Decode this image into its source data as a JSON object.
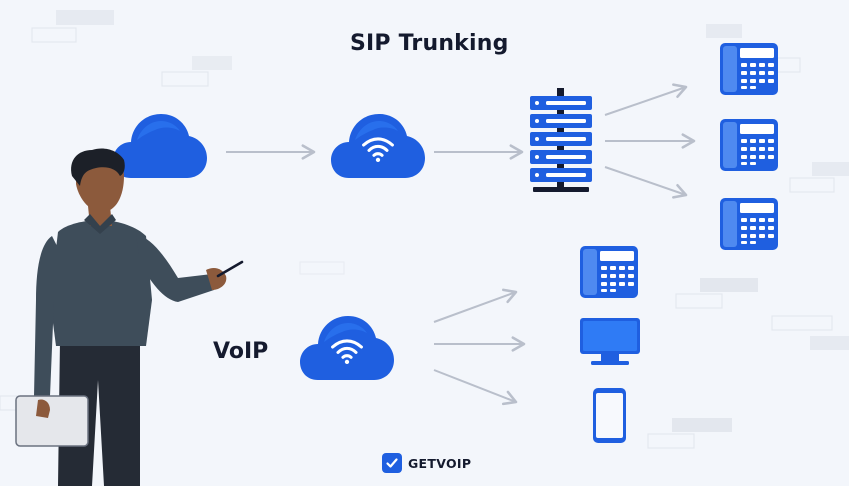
{
  "sip_trunking": {
    "title": "SIP Trunking"
  },
  "voip": {
    "title": "VoIP"
  },
  "brand": {
    "name": "GETVOIP"
  },
  "icons": {
    "cloud": "cloud-icon",
    "wifi_cloud": "wifi-cloud-icon",
    "server": "server-rack-icon",
    "desk_phone": "desk-phone-icon",
    "computer": "desktop-monitor-icon",
    "mobile": "smartphone-icon",
    "person": "presenter-figure",
    "arrow": "arrow-icon",
    "brand_mark": "checkmark-logo-icon"
  },
  "colors": {
    "background": "#f3f6fb",
    "primary_blue": "#1f5fe0",
    "bright_blue": "#2f7bf5",
    "text_dark": "#141a2e",
    "arrow_gray": "#b9bfcb"
  }
}
